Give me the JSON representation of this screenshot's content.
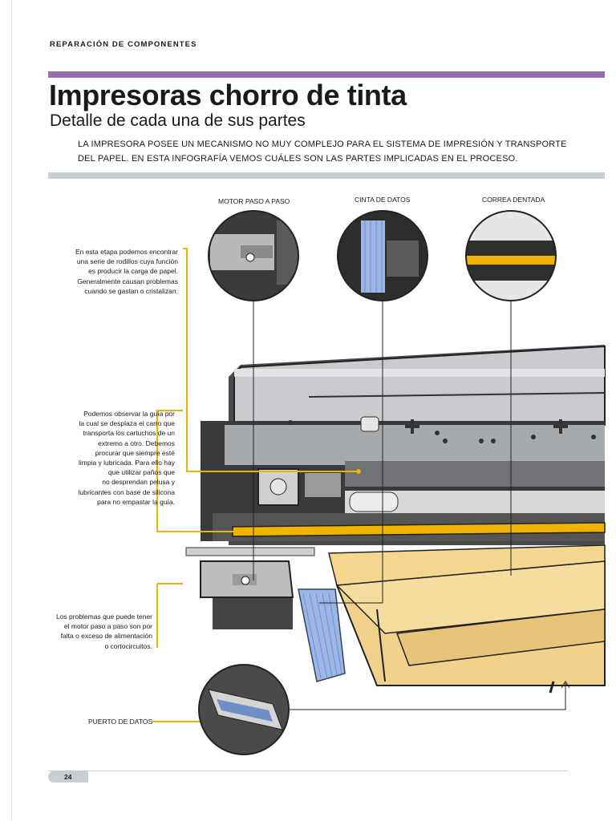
{
  "header": {
    "section": "REPARACIÓN DE COMPONENTES",
    "title": "Impresoras chorro de tinta",
    "subtitle": "Detalle de cada una de sus partes",
    "intro": "LA IMPRESORA POSEE UN MECANISMO NO MUY COMPLEJO PARA EL SISTEMA DE IMPRESIÓN Y TRANSPORTE DEL PAPEL. EN ESTA INFOGRAFÍA VEMOS CUÁLES SON LAS PARTES IMPLICADAS EN EL PROCESO."
  },
  "callouts": {
    "motor": "MOTOR PASO A PASO",
    "cinta": "CINTA DE DATOS",
    "correa": "CORREA DENTADA",
    "puerto": "PUERTO DE DATOS"
  },
  "notes": {
    "rodillos": [
      "En esta etapa podemos encontrar",
      "una serie de rodillos cuya función",
      "es producir la carga de papel.",
      "Generalmente causan problemas",
      "cuando se gastan o cristalizan."
    ],
    "guia": [
      "Podemos observar la guía por",
      "la cual se desplaza el carro que",
      "transporta los cartuchos de un",
      "extremo a otro. Debemos",
      "procurar que siempre esté",
      "limpia y lubricada. Para ello hay",
      "que utilizar paños que",
      "no desprendan pelusa y",
      "lubricantes con base de silicona",
      "para no empastar la guía."
    ],
    "motor": [
      "Los problemas que puede tener",
      "el motor paso a paso son por",
      "falta o exceso de alimentación",
      "o cortocircuitos."
    ]
  },
  "footer": {
    "page_number": "24"
  },
  "colors": {
    "purple_rule": "#9b6bb0",
    "gray_rule": "#c9ced3",
    "leader_yellow": "#f0b400",
    "paper_tan": "#f2d18a"
  }
}
